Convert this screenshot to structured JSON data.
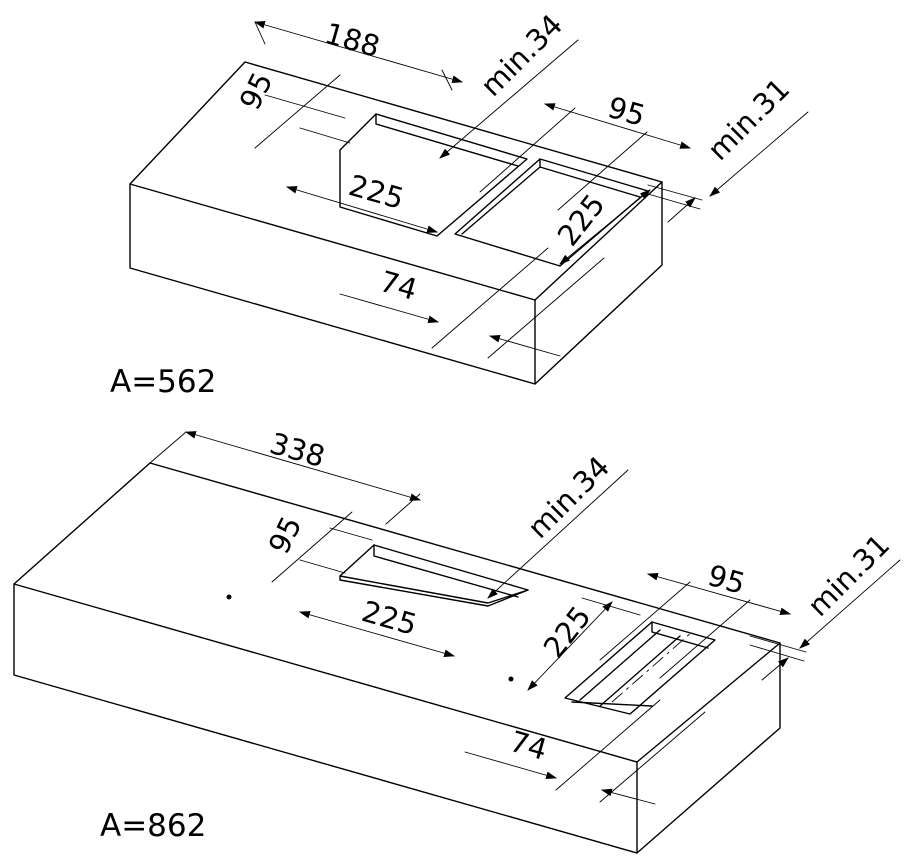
{
  "diagrams": {
    "small": {
      "size_label": "A=562",
      "dims": {
        "d188": "188",
        "d95_left": "95",
        "min34": "min.34",
        "d95_right": "95",
        "min31": "min.31",
        "d225_left": "225",
        "d225_right": "225",
        "d74": "74"
      }
    },
    "large": {
      "size_label": "A=862",
      "dims": {
        "d338": "338",
        "d95_left": "95",
        "min34": "min.34",
        "d225_left": "225",
        "d225_right": "225",
        "d95_right": "95",
        "min31": "min.31",
        "d74": "74"
      }
    }
  },
  "colors": {
    "line": "#000000",
    "background": "#ffffff"
  }
}
